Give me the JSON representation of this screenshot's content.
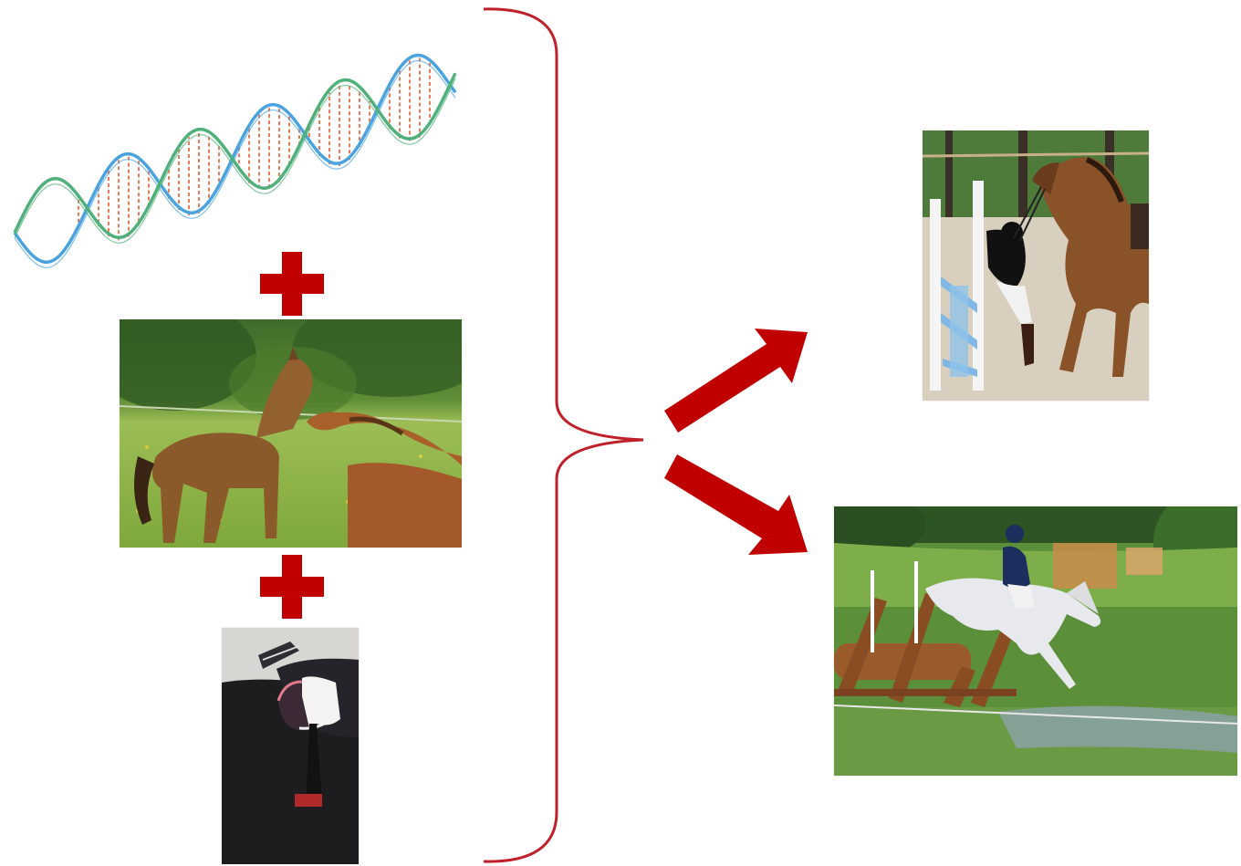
{
  "colors": {
    "accent_red": "#c00000",
    "brace_red": "#c0202a",
    "dna_strand_a": "#4aa3df",
    "dna_strand_b": "#4fb07a",
    "dna_base_pairs": "#e8643c"
  },
  "icons": {
    "dna": "dna-helix-icon",
    "plus": "plus-icon",
    "arrow_up": "arrow-up-right-icon",
    "arrow_down": "arrow-down-right-icon",
    "brace": "right-curly-brace-icon"
  },
  "inputs": [
    {
      "kind": "genetics",
      "depiction": "dna-double-helix"
    },
    {
      "kind": "upbringing",
      "depiction": "two-foals-in-pasture"
    },
    {
      "kind": "training",
      "depiction": "rider-on-dark-horse"
    }
  ],
  "outcomes": [
    {
      "kind": "refusal-fall",
      "depiction": "horse-refusing-show-jump"
    },
    {
      "kind": "successful-jump",
      "depiction": "grey-horse-cross-country-jump"
    }
  ]
}
